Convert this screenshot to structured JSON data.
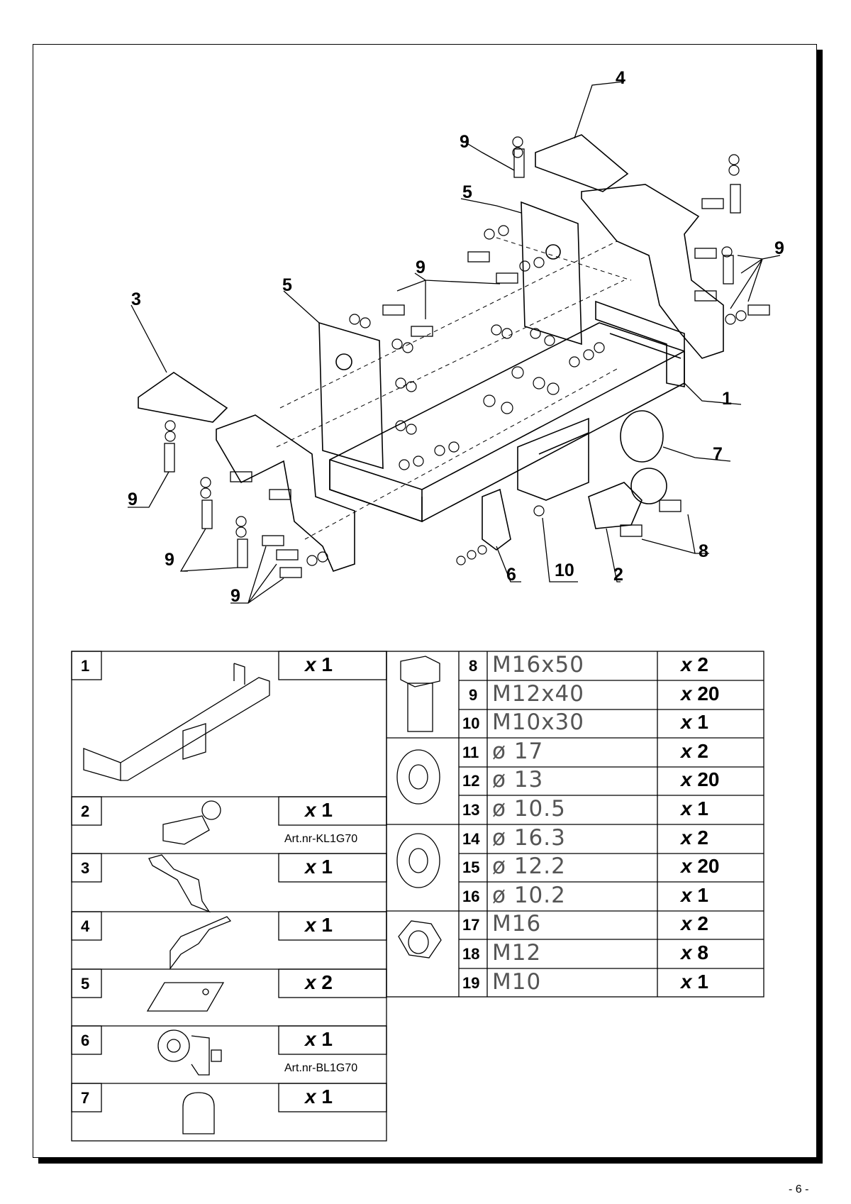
{
  "diagram": {
    "callouts": [
      "4",
      "9",
      "5",
      "9",
      "5",
      "9",
      "3",
      "1",
      "7",
      "9",
      "9",
      "9",
      "6",
      "10",
      "2",
      "8"
    ]
  },
  "parts_left": [
    {
      "no": "1",
      "qty": "1",
      "art": "",
      "icon": "crossbar-icon"
    },
    {
      "no": "2",
      "qty": "1",
      "art": "Art.nr-KL1G70",
      "icon": "towball-icon"
    },
    {
      "no": "3",
      "qty": "1",
      "art": "",
      "icon": "bracket-left-icon"
    },
    {
      "no": "4",
      "qty": "1",
      "art": "",
      "icon": "bracket-right-icon"
    },
    {
      "no": "5",
      "qty": "2",
      "art": "",
      "icon": "plate-icon"
    },
    {
      "no": "6",
      "qty": "1",
      "art": "Art.nr-BL1G70",
      "icon": "socket-plate-icon"
    },
    {
      "no": "7",
      "qty": "1",
      "art": "",
      "icon": "ball-cover-icon"
    }
  ],
  "parts_right": [
    {
      "no": "8",
      "spec": "M16x50",
      "qty": "2"
    },
    {
      "no": "9",
      "spec": "M12x40",
      "qty": "20"
    },
    {
      "no": "10",
      "spec": "M10x30",
      "qty": "1"
    },
    {
      "no": "11",
      "spec": "ø 17",
      "qty": "2"
    },
    {
      "no": "12",
      "spec": "ø 13",
      "qty": "20"
    },
    {
      "no": "13",
      "spec": "ø 10.5",
      "qty": "1"
    },
    {
      "no": "14",
      "spec": "ø 16.3",
      "qty": "2"
    },
    {
      "no": "15",
      "spec": "ø 12.2",
      "qty": "20"
    },
    {
      "no": "16",
      "spec": "ø 10.2",
      "qty": "1"
    },
    {
      "no": "17",
      "spec": "M16",
      "qty": "2"
    },
    {
      "no": "18",
      "spec": "M12",
      "qty": "8"
    },
    {
      "no": "19",
      "spec": "M10",
      "qty": "1"
    }
  ],
  "qty_prefix": "x",
  "page_number": "- 6 -"
}
